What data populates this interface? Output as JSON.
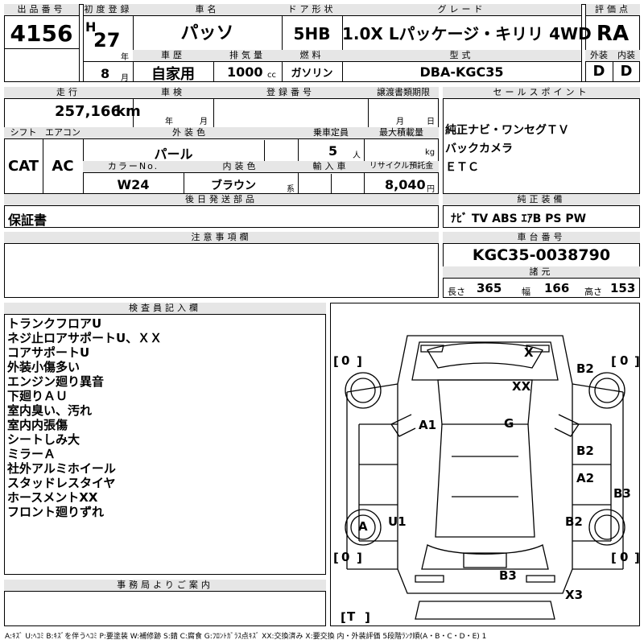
{
  "top": {
    "lot_label": "出品番号",
    "lot_value": "4156",
    "first_reg_label": "初度登録",
    "era": "H",
    "year_value": "27",
    "year_unit": "年",
    "month_value": "8",
    "month_unit": "月",
    "name_label": "車名",
    "name_value": "パッソ",
    "door_label": "ドア形状",
    "door_value": "5HB",
    "grade_label": "グレード",
    "grade_value": "1.0X Lパッケージ・キリリ 4WD",
    "score_label": "評価点",
    "score_value": "RA",
    "history_label": "車歴",
    "history_value": "自家用",
    "disp_label": "排気量",
    "disp_value": "1000",
    "disp_unit": "cc",
    "fuel_label": "燃料",
    "fuel_value": "ガソリン",
    "model_label": "型式",
    "model_value": "DBA-KGC35",
    "ext_label": "外装",
    "ext_value": "D",
    "int_label": "内装",
    "int_value": "D"
  },
  "mid": {
    "mileage_label": "走行",
    "mileage_value": "257,166",
    "mileage_unit": "km",
    "inspection_label": "車検",
    "inspection_year": "年",
    "inspection_month": "月",
    "regno_label": "登録番号",
    "transfer_label": "譲渡書類期限",
    "transfer_month": "月",
    "transfer_day": "日",
    "sales_label": "セールスポイント",
    "sales_lines": [
      "純正ナビ・ワンセグＴＶ",
      "バックカメラ",
      "ＥＴＣ"
    ],
    "shift_label": "シフト",
    "shift_value": "CAT",
    "ac_label": "エアコン",
    "ac_value": "AC",
    "color_label": "外装色",
    "color_value": "パール",
    "capacity_label": "乗車定員",
    "capacity_value": "5",
    "capacity_unit": "人",
    "load_label": "最大積載量",
    "load_unit": "kg",
    "colorno_label": "カラーNo.",
    "colorno_value": "W24",
    "intcolor_label": "内装色",
    "intcolor_value": "ブラウン",
    "intcolor_unit": "系",
    "import_label": "輸入車",
    "recycle_label": "リサイクル預託金",
    "recycle_value": "8,040",
    "recycle_unit": "円",
    "later_label": "後日発送部品",
    "later_value": "保証書",
    "equip_label": "純正装備",
    "equip_value": "ﾅﾋﾞ TV ABS ｴｱB PS PW",
    "notes_label": "注意事項欄",
    "chassis_label": "車台番号",
    "chassis_value": "KGC35-0038790",
    "dims_label": "諸元",
    "length_label": "長さ",
    "length_value": "365",
    "width_label": "幅",
    "width_value": "166",
    "height_label": "高さ",
    "height_value": "153"
  },
  "inspector": {
    "label": "検査員記入欄",
    "items": [
      "トランクフロアU",
      "ネジ止ロアサポートU、ＸＸ",
      "コアサポートU",
      "外装小傷多い",
      "エンジン廻り異音",
      "下廻りＡＵ",
      "室内臭い、汚れ",
      "室内内張傷",
      "シートしみ大",
      "ミラーＡ",
      "社外アルミホイール",
      "スタッドレスタイヤ",
      "ホースメントXX",
      "フロント廻りずれ"
    ]
  },
  "diagram": {
    "marks": {
      "x_top": "X",
      "xx": "XX",
      "b2_rtire": "B2",
      "a1": "A1",
      "g": "G",
      "b2_rdoor": "B2",
      "a2": "A2",
      "b3_side": "B3",
      "a_tire": "A",
      "u1": "U1",
      "b2_rear": "B2",
      "b3_bottom": "B3",
      "x3": "X3",
      "t": "T"
    },
    "zeros": {
      "tl": "0",
      "tr": "0",
      "bl": "0",
      "br": "0"
    }
  },
  "office": {
    "label": "事務局よりご案内"
  },
  "legend": "A:ｷｽﾞ U:ﾍｺﾐ B:ｷｽﾞを伴うﾍｺﾐ P:要塗装 W:補修跡 S:錆 C:腐食 G:ﾌﾛﾝﾄｶﾞﾗｽ点ｷｽﾞ XX:交換済み X:要交換 内・外装評価 5段階ﾗﾝｸ順(A・B・C・D・E) 1"
}
